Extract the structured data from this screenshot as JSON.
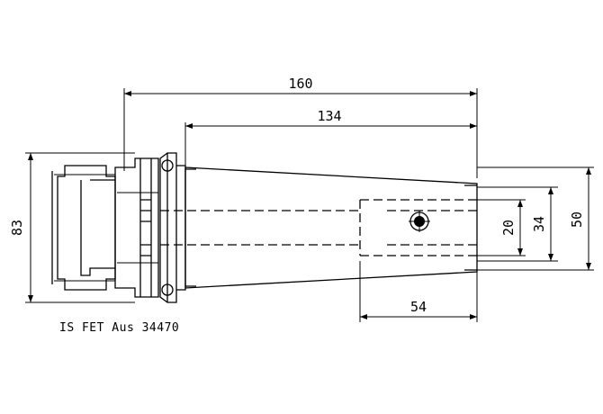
{
  "drawing": {
    "dimensions": {
      "overall_length": "160",
      "body_length": "134",
      "flange_diameter": "83",
      "bore_inner": "20",
      "bore_outer": "34",
      "tip_diameter": "50",
      "bore_length": "54"
    },
    "note": "IS FET Aus 34470"
  }
}
